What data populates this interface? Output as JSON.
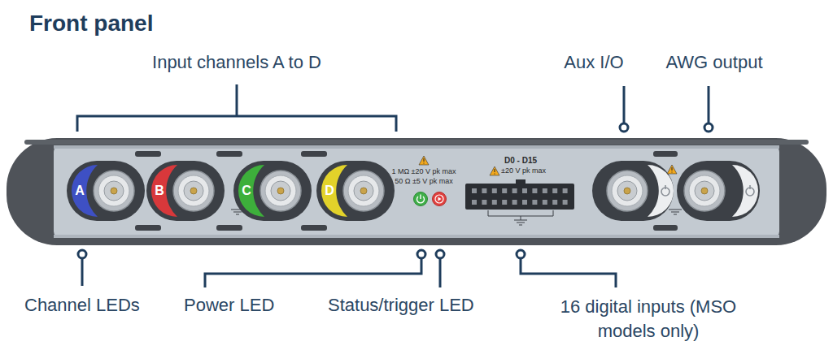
{
  "diagram": {
    "title": "Front panel",
    "nodes": [
      {
        "text": [
          "A"
        ]
      },
      {
        "text": [
          "B"
        ]
      },
      {
        "text": [
          "C"
        ]
      },
      {
        "text": [
          "D"
        ]
      }
    ],
    "labels": [
      "Input channels A to D",
      "Aux I/O",
      "AWG output",
      "1 MΩ ±20 V pk max",
      "50 Ω ±5 V pk max",
      "D0 - D15",
      "±20 V pk max",
      "Channel LEDs",
      "Power LED",
      "Status/trigger LED",
      "16 digital inputs (MSO models only)"
    ]
  }
}
